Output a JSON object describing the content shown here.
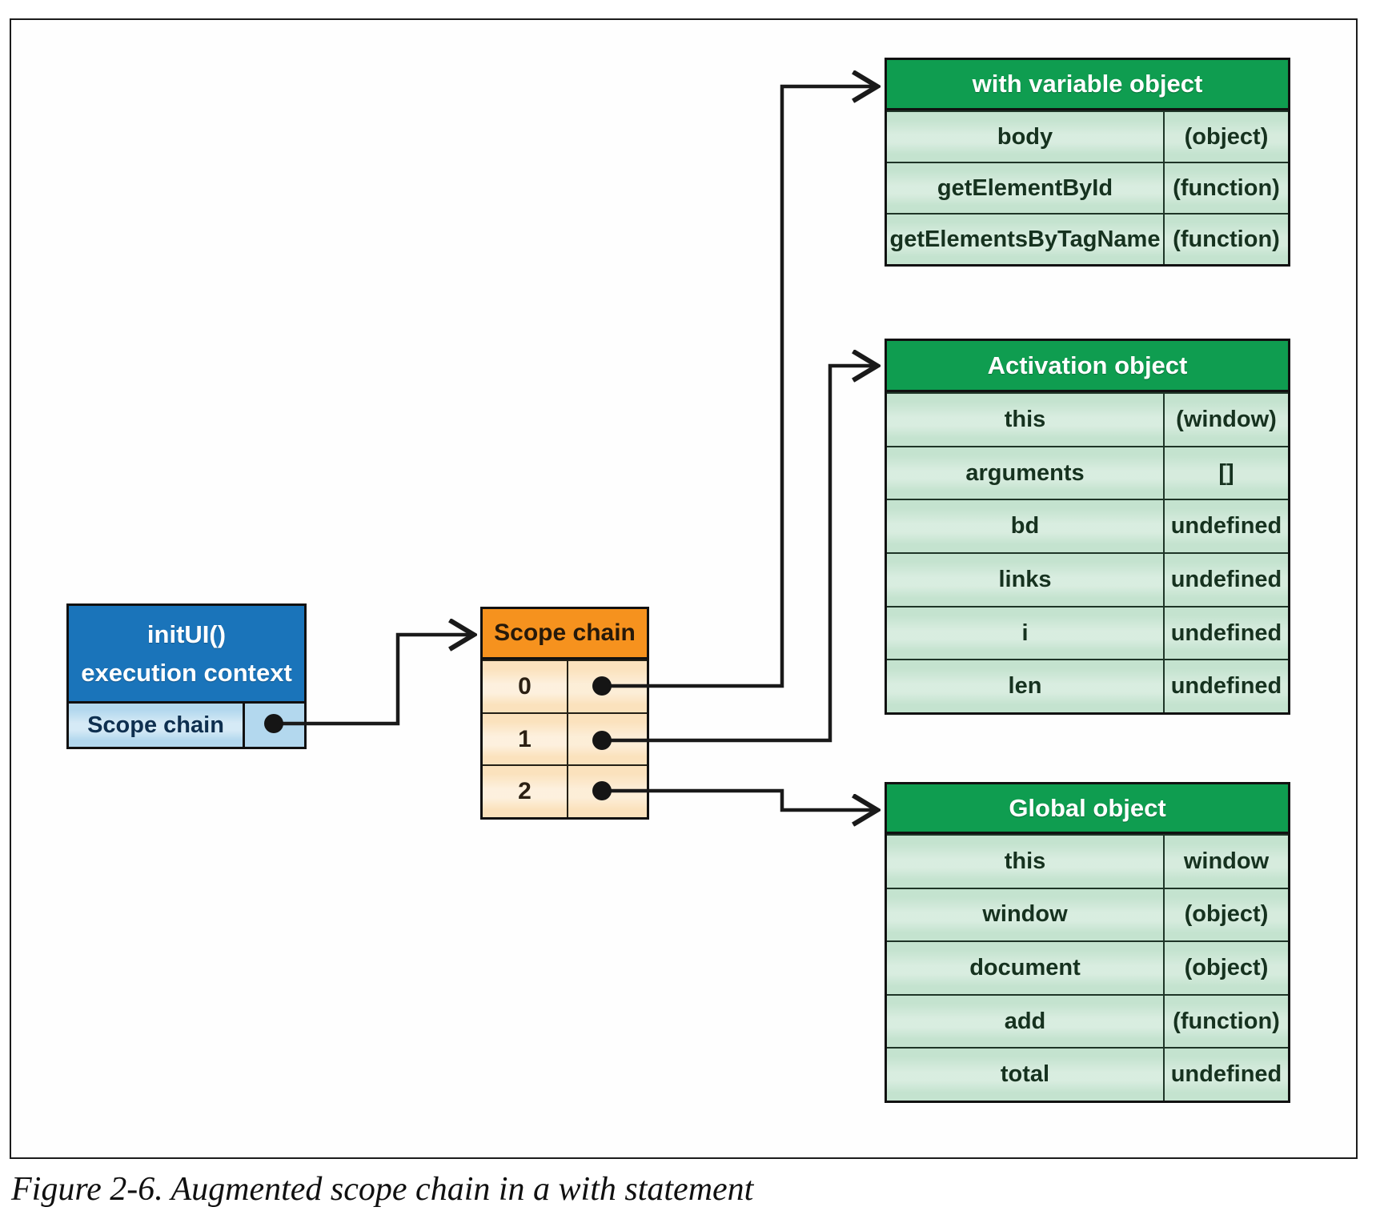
{
  "figure": {
    "caption": "Figure 2-6. Augmented scope chain in a with statement"
  },
  "exec_context": {
    "title_line1": "initUI()",
    "title_line2": "execution context",
    "row_label": "Scope chain"
  },
  "scope_chain": {
    "title": "Scope chain",
    "items": [
      "0",
      "1",
      "2"
    ]
  },
  "tables": {
    "with_variable_object": {
      "title": "with variable object",
      "rows": [
        {
          "name": "body",
          "value": "(object)"
        },
        {
          "name": "getElementById",
          "value": "(function)"
        },
        {
          "name": "getElementsByTagName",
          "value": "(function)"
        }
      ]
    },
    "activation_object": {
      "title": "Activation object",
      "rows": [
        {
          "name": "this",
          "value": "(window)"
        },
        {
          "name": "arguments",
          "value": "[]"
        },
        {
          "name": "bd",
          "value": "undefined"
        },
        {
          "name": "links",
          "value": "undefined"
        },
        {
          "name": "i",
          "value": "undefined"
        },
        {
          "name": "len",
          "value": "undefined"
        }
      ]
    },
    "global_object": {
      "title": "Global object",
      "rows": [
        {
          "name": "this",
          "value": "window"
        },
        {
          "name": "window",
          "value": "(object)"
        },
        {
          "name": "document",
          "value": "(object)"
        },
        {
          "name": "add",
          "value": "(function)"
        },
        {
          "name": "total",
          "value": "undefined"
        }
      ]
    }
  },
  "colors": {
    "exec_header_blue": "#1a74ba",
    "exec_row_blue": "#b3d8ee",
    "scope_header_orange": "#f6921e",
    "scope_row_orange": "#fbe2bd",
    "object_header_green": "#0f9d50",
    "object_row_green": "#c4e3cf",
    "wire_black": "#1a1a1a"
  }
}
